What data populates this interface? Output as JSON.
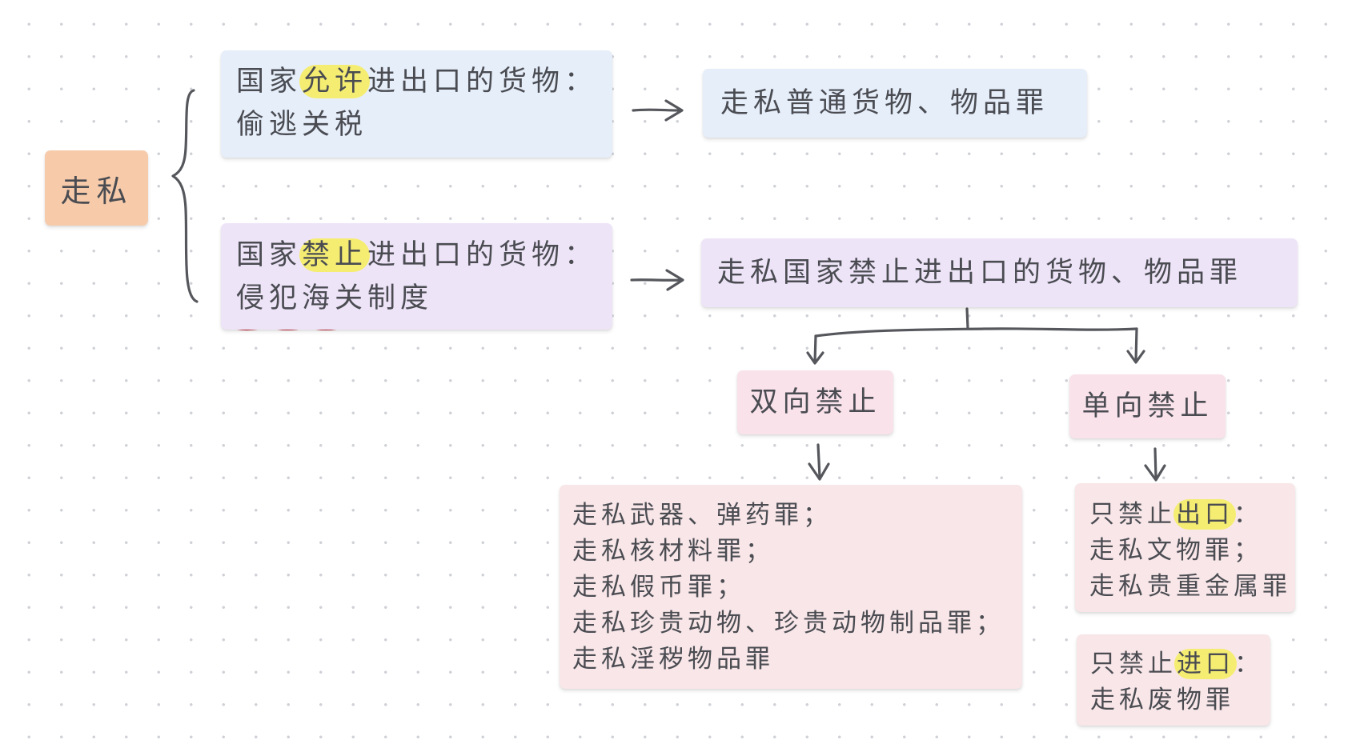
{
  "root": {
    "label": "走私"
  },
  "allowed": {
    "line1_pre": "国家",
    "line1_highlight": "允许",
    "line1_post": "进出口的货物：",
    "line2": "偷逃关税"
  },
  "prohibited": {
    "line1_pre": "国家",
    "line1_highlight": "禁止",
    "line1_post": "进出口的货物：",
    "line2": "侵犯海关制度"
  },
  "general_crime": {
    "label": "走私普通货物、物品罪"
  },
  "prohibited_crime": {
    "label": "走私国家禁止进出口的货物、物品罪"
  },
  "two_way": {
    "label": "双向禁止",
    "items": [
      "走私武器、弹药罪；",
      "走私核材料罪；",
      "走私假币罪；",
      "走私珍贵动物、珍贵动物制品罪；",
      "走私淫秽物品罪"
    ]
  },
  "one_way": {
    "label": "单向禁止",
    "export_only": {
      "pre": "只禁止",
      "highlight": "出口",
      "post": "：",
      "items": [
        "走私文物罪；",
        "走私贵重金属罪"
      ]
    },
    "import_only": {
      "pre": "只禁止",
      "highlight": "进口",
      "post": "：",
      "items": [
        "走私废物罪"
      ]
    }
  },
  "colors": {
    "underline": "#c1272d",
    "highlight": "#f5ed72",
    "connector": "#55575c"
  }
}
